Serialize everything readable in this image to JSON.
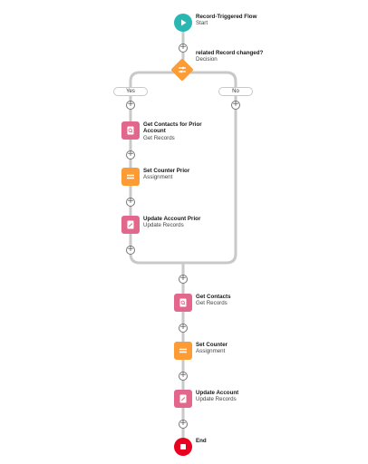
{
  "nodes": {
    "start": {
      "title": "Record-Triggered Flow",
      "subtitle": "Start",
      "icon": "play-icon",
      "color": "#28b7b2"
    },
    "decision": {
      "title": "related Record changed?",
      "subtitle": "Decision",
      "icon": "decision-icon",
      "color": "#fd9b34"
    },
    "get_contacts_prior": {
      "title": "Get Contacts for Prior Account",
      "subtitle": "Get Records",
      "icon": "search-icon",
      "color": "#e3678c"
    },
    "set_counter_prior": {
      "title": "Set Counter Prior",
      "subtitle": "Assignment",
      "icon": "assignment-icon",
      "color": "#fd9b34"
    },
    "update_account_prior": {
      "title": "Update Account Prior",
      "subtitle": "Update Records",
      "icon": "edit-icon",
      "color": "#e3678c"
    },
    "get_contacts": {
      "title": "Get Contacts",
      "subtitle": "Get Records",
      "icon": "search-icon",
      "color": "#e3678c"
    },
    "set_counter": {
      "title": "Set Counter",
      "subtitle": "Assignment",
      "icon": "assignment-icon",
      "color": "#fd9b34"
    },
    "update_account": {
      "title": "Update Account",
      "subtitle": "Update Records",
      "icon": "edit-icon",
      "color": "#e3678c"
    },
    "end": {
      "title": "End",
      "icon": "stop-icon",
      "color": "#ea001e"
    }
  },
  "branches": {
    "yes": "Yes",
    "no": "No"
  },
  "add_element_symbol": "+"
}
